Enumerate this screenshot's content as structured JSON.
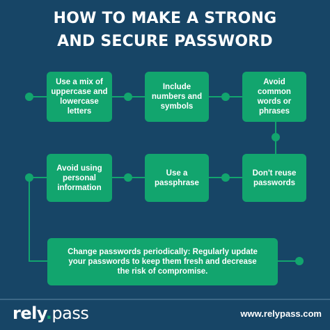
{
  "title": {
    "line1": "HOW TO MAKE A STRONG",
    "line2": "AND SECURE PASSWORD"
  },
  "steps": [
    {
      "lines": [
        "Use a mix of",
        "uppercase and",
        "lowercase",
        "letters"
      ]
    },
    {
      "lines": [
        "Include",
        "numbers and",
        "symbols"
      ]
    },
    {
      "lines": [
        "Avoid common",
        "words or",
        "phrases"
      ]
    },
    {
      "lines": [
        "Don't reuse",
        "passwords"
      ]
    },
    {
      "lines": [
        "Use a",
        "passphrase"
      ]
    },
    {
      "lines": [
        "Avoid using",
        "personal",
        "information"
      ]
    },
    {
      "lines": [
        "Change passwords periodically: Regularly update your passwords to keep them fresh and decrease the risk of compromise."
      ]
    }
  ],
  "footer": {
    "brand_bold": "rely",
    "brand_dot": ".",
    "brand_light": "pass",
    "url": "www.relypass.com"
  },
  "colors": {
    "background": "#174566",
    "box": "#12a56e",
    "text": "#ffffff"
  }
}
